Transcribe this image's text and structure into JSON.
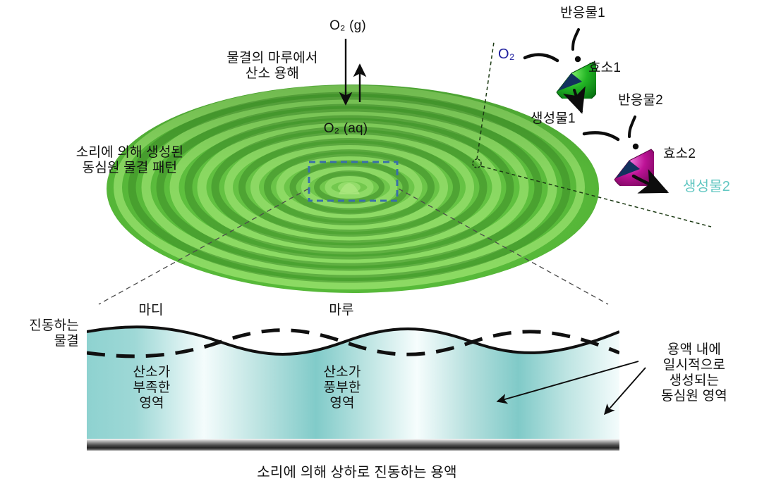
{
  "figure": {
    "title_absent": true,
    "background": "#ffffff"
  },
  "colors": {
    "disk_green": "#5cc23a",
    "disk_green_dark": "#3f8f29",
    "disk_green_light": "#86d95f",
    "o2_label": "#1f1f9e",
    "product2_label": "#62c7c2",
    "enzyme1": "#19a81e",
    "enzyme2": "#b5128f",
    "dashed_box": "#3a6fa8",
    "water_teal": "#8fd0ce",
    "water_pale": "#f2fbfb",
    "ink": "#111111"
  },
  "top_panel": {
    "o2_gas_label": "O₂ (g)",
    "o2_aq_label": "O₂ (aq)",
    "dissolution_note": "물결의 마루에서\n산소 용해",
    "pattern_note": "소리에 의해 생성된\n동심원 물결 패턴",
    "arrow_down_name": "oxygen-in-arrow",
    "arrow_up_name": "oxygen-out-arrow"
  },
  "reaction_panel": {
    "o2_label": "O₂",
    "substrate1": "반응물1",
    "enzyme1": "효소1",
    "product1": "생성물1",
    "substrate2": "반응물2",
    "enzyme2": "효소2",
    "product2": "생성물2"
  },
  "bottom_panel": {
    "oscillating_wave_label": "진동하는\n물결",
    "node_label": "마디",
    "crest_label": "마루",
    "oxygen_poor": "산소가\n부족한\n영역",
    "oxygen_rich": "산소가\n풍부한\n영역",
    "transient_zone_note": "용액 내에\n일시적으로\n생성되는\n동심원 영역",
    "caption": "소리에 의해 상하로 진동하는 용액"
  }
}
